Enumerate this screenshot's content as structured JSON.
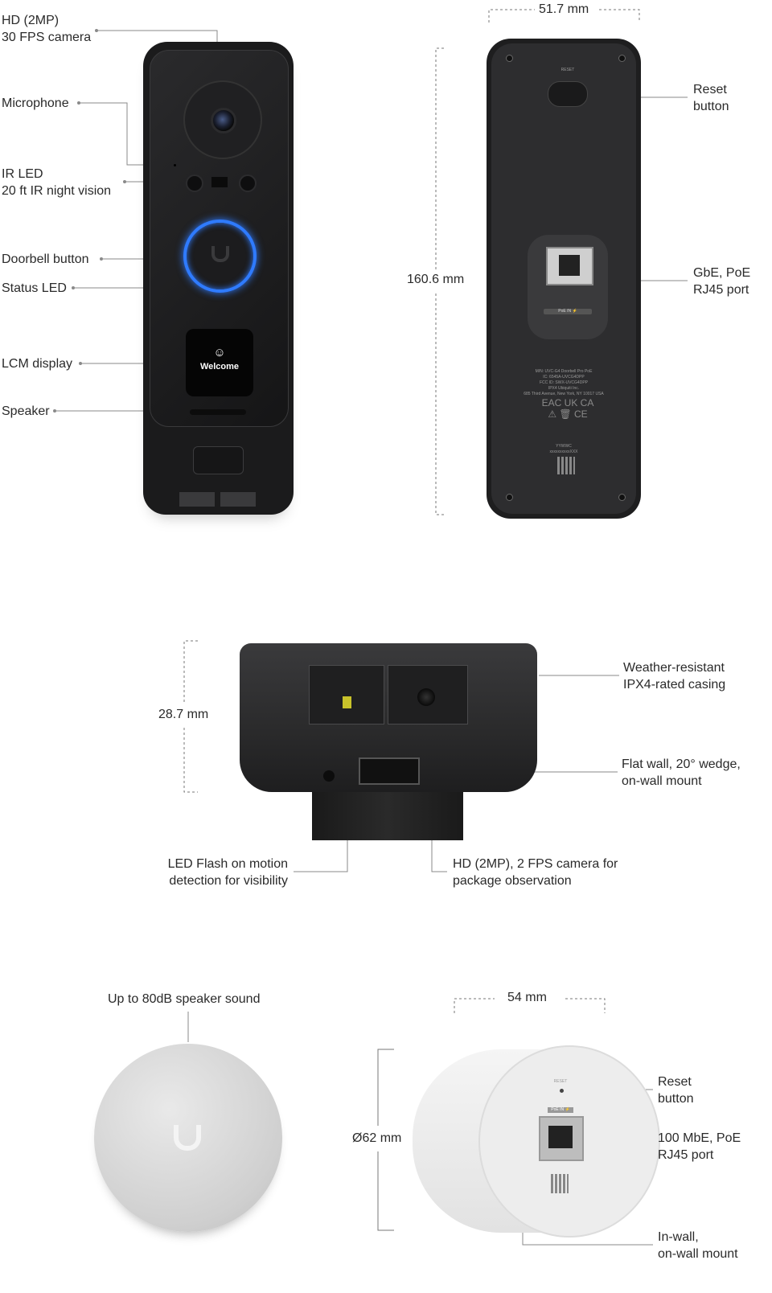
{
  "doorbell_front": {
    "labels": {
      "camera": [
        "HD (2MP)",
        "30 FPS camera"
      ],
      "microphone": [
        "Microphone"
      ],
      "ir_led": [
        "IR LED",
        "20 ft IR night vision"
      ],
      "doorbell_button": [
        "Doorbell button"
      ],
      "status_led": [
        "Status LED"
      ],
      "lcm_display": [
        "LCM display"
      ],
      "speaker": [
        "Speaker"
      ]
    },
    "screen_text": "Welcome",
    "ring_color": "#2f7bff"
  },
  "doorbell_back": {
    "width_dim": "51.7 mm",
    "height_dim": "160.6 mm",
    "labels": {
      "reset": [
        "Reset",
        "button"
      ],
      "port": [
        "GbE, PoE",
        "RJ45 port"
      ]
    },
    "reset_print": "RESET",
    "poe_print": "PoE IN ⚡",
    "regulatory": [
      "M/N: UVC-G4 Doorbell Pro PoE",
      "IC: 6545A-UVCG4DPP",
      "FCC ID: SWX-UVCG4DPP",
      "IPX4   Ubiquiti Inc.",
      "685 Third Avenue, New York, NY 10017 USA"
    ],
    "marks": [
      "EAC",
      "UK CA",
      "CE"
    ],
    "serial": [
      "YYWWC",
      "xxxxxxxxxxXXX"
    ]
  },
  "package_camera": {
    "height_dim": "28.7 mm",
    "labels": {
      "casing": [
        "Weather-resistant",
        "IPX4-rated casing"
      ],
      "mount": [
        "Flat wall, 20° wedge,",
        "on-wall mount"
      ],
      "flash": [
        "LED Flash on motion",
        "detection for visibility"
      ],
      "camera": [
        "HD (2MP), 2 FPS camera for",
        "package observation"
      ]
    }
  },
  "chime": {
    "labels": {
      "speaker": [
        "Up to 80dB speaker sound"
      ]
    }
  },
  "chime_back": {
    "width_dim": "54 mm",
    "diameter_dim": "Ø62 mm",
    "reset_print": "RESET",
    "poe_print": "PoE IN ⚡",
    "labels": {
      "reset": [
        "Reset",
        "button"
      ],
      "port": [
        "100 MbE, PoE",
        "RJ45 port"
      ],
      "mount": [
        "In-wall,",
        "on-wall mount"
      ]
    }
  }
}
